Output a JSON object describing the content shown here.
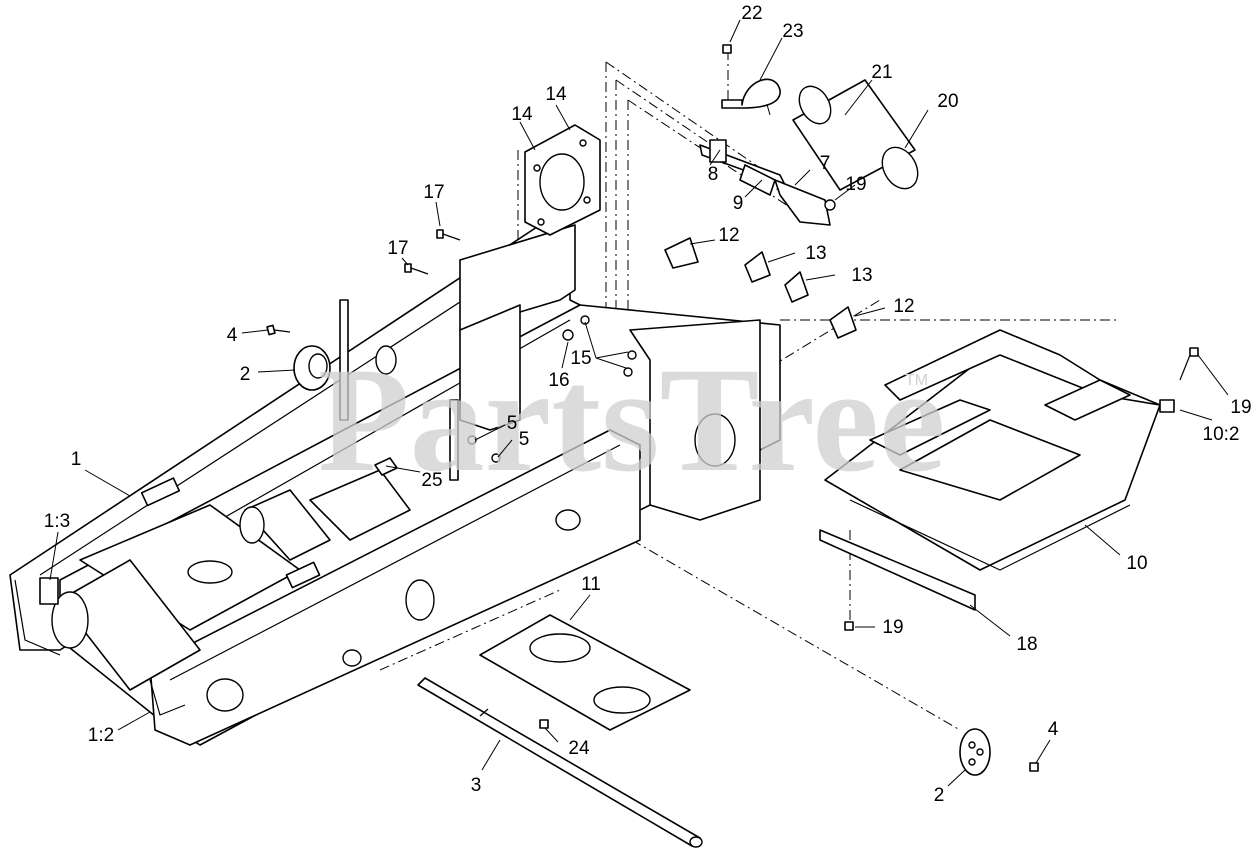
{
  "watermark": {
    "text": "PartsTree",
    "tm": "TM",
    "color": "#d0d0d0"
  },
  "callouts": [
    {
      "id": "c22",
      "label": "22"
    },
    {
      "id": "c23",
      "label": "23"
    },
    {
      "id": "c21",
      "label": "21"
    },
    {
      "id": "c20",
      "label": "20"
    },
    {
      "id": "c14a",
      "label": "14"
    },
    {
      "id": "c14b",
      "label": "14"
    },
    {
      "id": "c8",
      "label": "8"
    },
    {
      "id": "c7",
      "label": "7"
    },
    {
      "id": "c9",
      "label": "9"
    },
    {
      "id": "c19a",
      "label": "19"
    },
    {
      "id": "c17a",
      "label": "17"
    },
    {
      "id": "c17b",
      "label": "17"
    },
    {
      "id": "c12a",
      "label": "12"
    },
    {
      "id": "c13a",
      "label": "13"
    },
    {
      "id": "c13b",
      "label": "13"
    },
    {
      "id": "c12b",
      "label": "12"
    },
    {
      "id": "c4a",
      "label": "4"
    },
    {
      "id": "c2a",
      "label": "2"
    },
    {
      "id": "c15",
      "label": "15"
    },
    {
      "id": "c16",
      "label": "16"
    },
    {
      "id": "c5a",
      "label": "5"
    },
    {
      "id": "c5b",
      "label": "5"
    },
    {
      "id": "c25",
      "label": "25"
    },
    {
      "id": "c19b",
      "label": "19"
    },
    {
      "id": "c10_2",
      "label": "10:2"
    },
    {
      "id": "c1",
      "label": "1"
    },
    {
      "id": "c1_3",
      "label": "1:3"
    },
    {
      "id": "c10",
      "label": "10"
    },
    {
      "id": "c11",
      "label": "11"
    },
    {
      "id": "c19c",
      "label": "19"
    },
    {
      "id": "c18",
      "label": "18"
    },
    {
      "id": "c1_2",
      "label": "1:2"
    },
    {
      "id": "c24",
      "label": "24"
    },
    {
      "id": "c3",
      "label": "3"
    },
    {
      "id": "c4b",
      "label": "4"
    },
    {
      "id": "c2b",
      "label": "2"
    }
  ]
}
